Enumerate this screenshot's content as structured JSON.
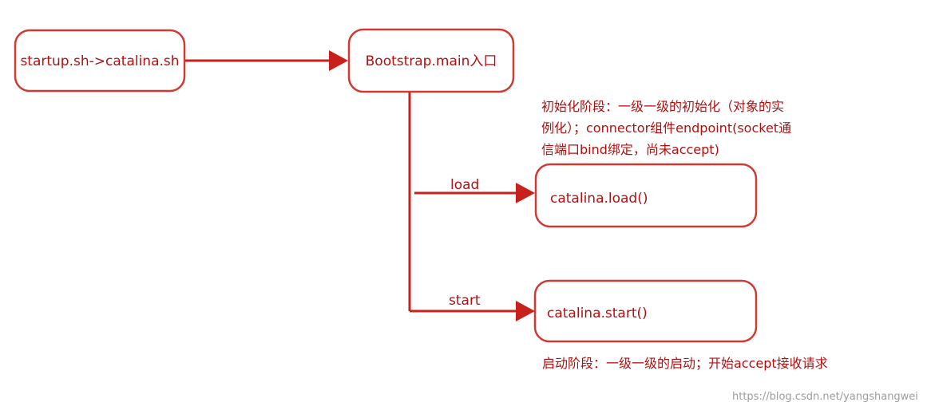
{
  "nodes": {
    "startup": "startup.sh->catalina.sh",
    "bootstrap": "Bootstrap.main入口",
    "load": "catalina.load()",
    "start": "catalina.start()"
  },
  "edges": {
    "load": "load",
    "start": "start"
  },
  "notes": {
    "init": {
      "line1": "初始化阶段：一级一级的初始化（对象的实",
      "line2": "例化）；connector组件endpoint(socket通",
      "line3": "信端口bind绑定，尚未accept)"
    },
    "start": "启动阶段：一级一级的启动；开始accept接收请求"
  },
  "watermark": "https://blog.csdn.net/yangshangwei",
  "colors": {
    "line": "#c8201a",
    "box_border": "#cf3a35",
    "text": "#b01010"
  }
}
